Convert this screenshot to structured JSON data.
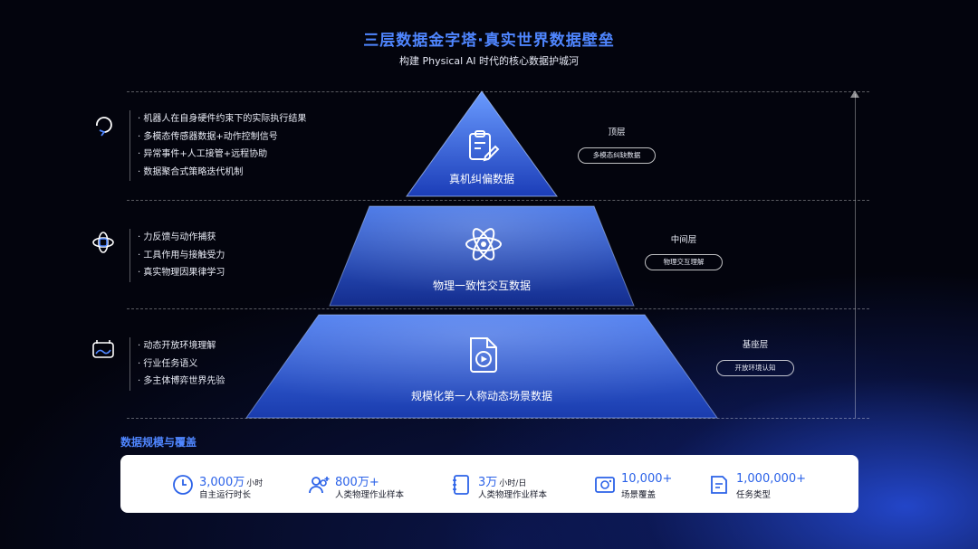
{
  "title": "三层数据金字塔·真实世界数据壁垒",
  "subtitle": "构建 Physical AI 时代的核心数据护城河",
  "layers": [
    {
      "name": "真机纠偏数据",
      "icon": "clipboard-edit-icon",
      "left_icon": "refresh-loop-icon",
      "bullets": [
        "机器人在自身硬件约束下的实际执行结果",
        "多模态传感器数据+动作控制信号",
        "异常事件+人工接管+远程协助",
        "数据聚合式策略迭代机制"
      ],
      "tier": "顶层",
      "pill": "多模态纠缺数据"
    },
    {
      "name": "物理一致性交互数据",
      "icon": "atom-icon",
      "left_icon": "hand-orbit-icon",
      "bullets": [
        "力反馈与动作捕获",
        "工具作用与接触受力",
        "真实物理因果律学习"
      ],
      "tier": "中间层",
      "pill": "物理交互理解"
    },
    {
      "name": "规模化第一人称动态场景数据",
      "icon": "video-file-icon",
      "left_icon": "camera-view-icon",
      "bullets": [
        "动态开放环境理解",
        "行业任务语义",
        "多主体博弈世界先验"
      ],
      "tier": "基座层",
      "pill": "开放环境认知"
    }
  ],
  "stats_title": "数据规模与覆盖",
  "stats": [
    {
      "icon": "clock-icon",
      "value": "3,000万",
      "unit": "小时",
      "label": "自主运行时长"
    },
    {
      "icon": "users-add-icon",
      "value": "800万+",
      "unit": "",
      "label": "人类物理作业样本"
    },
    {
      "icon": "notebook-icon",
      "value": "3万",
      "unit": "小时/日",
      "label": "人类物理作业样本"
    },
    {
      "icon": "image-scene-icon",
      "value": "10,000+",
      "unit": "",
      "label": "场景覆盖"
    },
    {
      "icon": "document-task-icon",
      "value": "1,000,000+",
      "unit": "",
      "label": "任务类型"
    }
  ],
  "colors": {
    "accent": "#4f86ff",
    "deep_blue": "#1d3fbe",
    "light_blue": "#4f86ff"
  }
}
